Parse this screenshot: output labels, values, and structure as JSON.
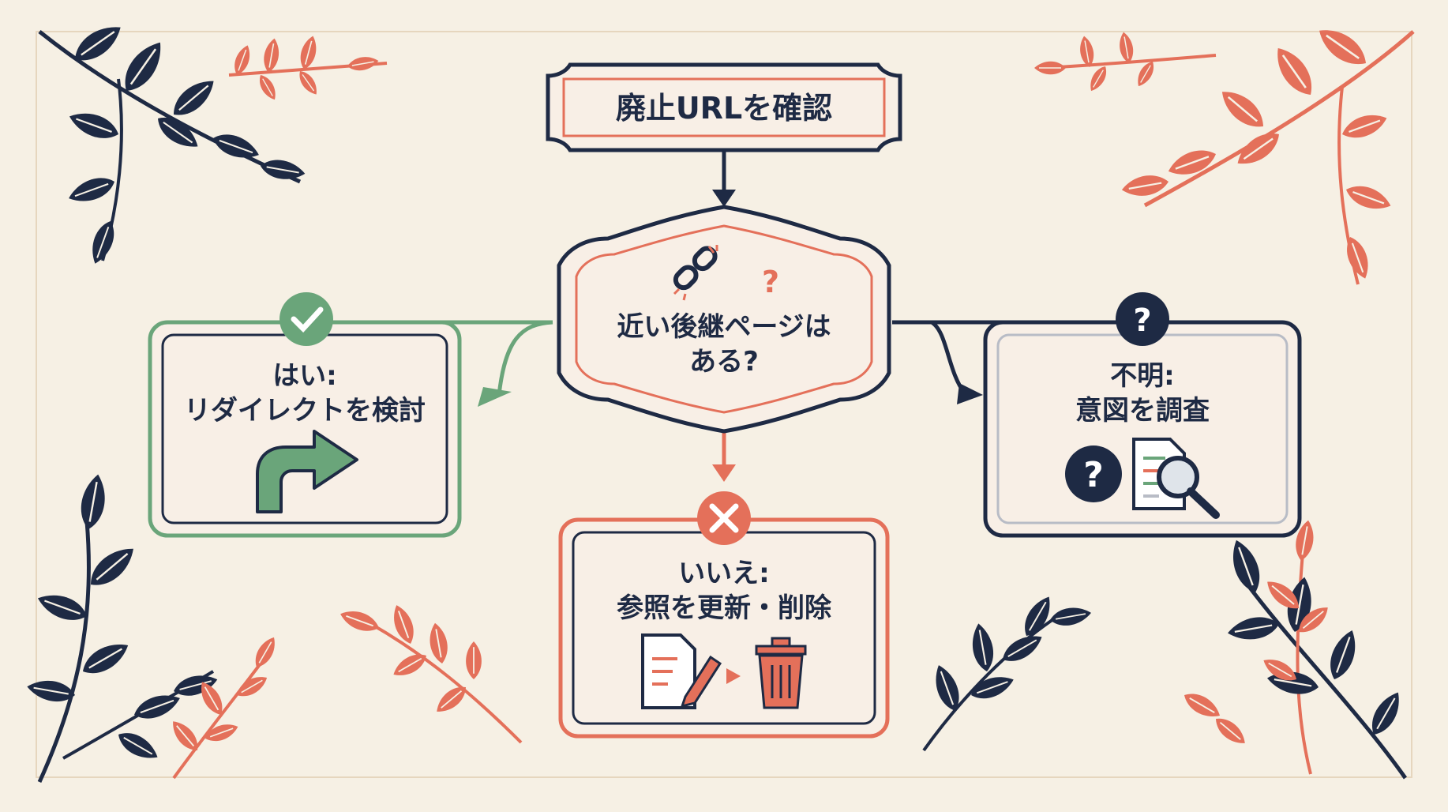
{
  "diagram": {
    "start": {
      "text": "廃止URLを確認"
    },
    "decision": {
      "line1": "近い後継ページは",
      "line2": "ある?"
    },
    "yes": {
      "line1": "はい:",
      "line2": "リダイレクトを検討",
      "badge_icon": "check-icon",
      "icon": "redirect-arrow-icon"
    },
    "no": {
      "line1": "いいえ:",
      "line2": "参照を更新・削除",
      "badge_icon": "cross-icon",
      "icons": [
        "document-edit-icon",
        "trash-icon"
      ]
    },
    "unknown": {
      "line1": "不明:",
      "line2": "意図を調査",
      "badge_icon": "question-icon",
      "icons": [
        "question-icon",
        "document-search-icon"
      ]
    }
  },
  "colors": {
    "background": "#f6f0e4",
    "navy": "#1e2a44",
    "green": "#6aa57a",
    "coral": "#e4705a",
    "cream": "#f8efe6"
  }
}
